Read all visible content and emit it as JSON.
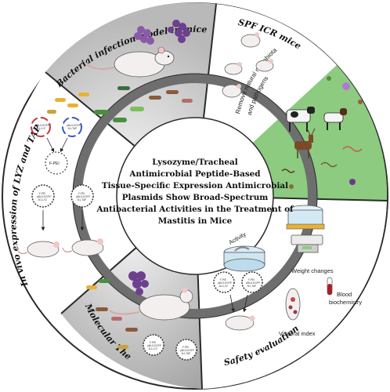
{
  "center_title": {
    "lines": [
      "Lysozyme/Tracheal",
      "Antimicrobial Peptide-Based",
      "Tissue-Specific Expression Antimicrobial",
      "Plasmids Show Broad-Spectrum",
      "Antibacterial Activities in the Treatment of",
      "Mastitis in Mice"
    ]
  },
  "sections": {
    "bacterial_infection": "Bacterial infection model in mice",
    "spf_mice": "SPF ICR mice",
    "remove_microbiota_line1": "Remove natural microbiota",
    "remove_microbiota_line2": "and pathogens",
    "in_vivo_expression": "In vivo expression of LYZ and TAP",
    "molecular_therapy": "Molecular Therapy",
    "safety_evaluation": "Safety evaluation"
  },
  "safety_items": {
    "activity": "Activity",
    "weight": "Weight changes",
    "blood_line1": "Blood",
    "blood_line2": "biochemistry",
    "visceral": "Visceral index"
  },
  "plasmid_labels": {
    "fpei": "F-PEI",
    "lyz_line1": "pBLG-EGFP",
    "lyz_line2": "-N1-LYZ",
    "tap_line1": "pBLG-EGFP",
    "tap_line2": "-N1-TAP"
  },
  "icons": [
    "mouse-icon",
    "grape-bacteria-icon",
    "rod-bacteria-icon",
    "cow-icon",
    "goat-icon",
    "deer-icon",
    "worm-icon",
    "plasmid-icon",
    "beaker-icon",
    "scale-icon",
    "blood-tube-icon",
    "dissected-mouse-icon",
    "arrow-icon"
  ],
  "colors": {
    "bacterial_bg": "#cfcfcf",
    "green_bg": "#8ccb80",
    "molecular_bg": "#bdbdbd",
    "ring_border": "#2b2b2b",
    "gray_ring": "#6e6e6e"
  }
}
